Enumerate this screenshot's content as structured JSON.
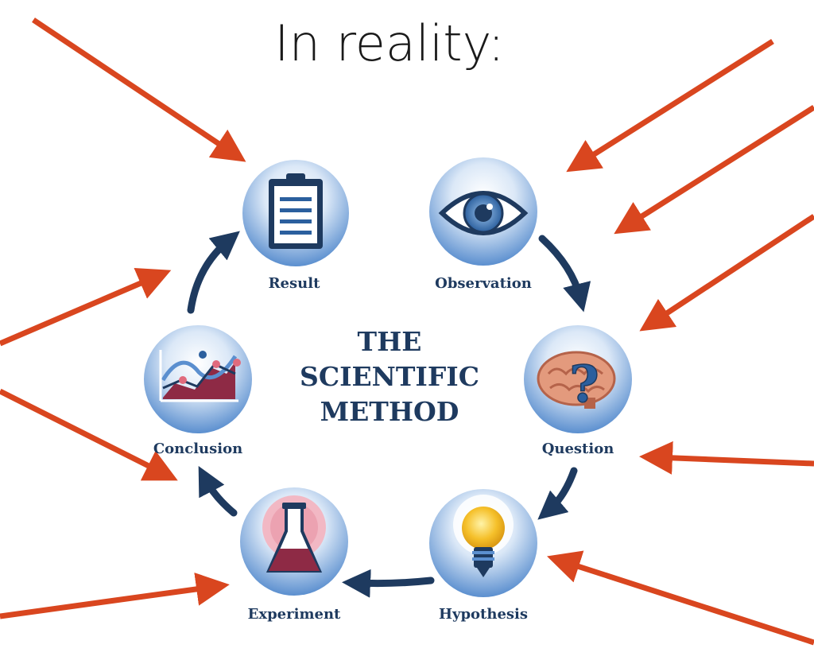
{
  "title": "In reality:",
  "center_title": [
    "THE",
    "SCIENTIFIC",
    "METHOD"
  ],
  "nodes": [
    {
      "label": "Result",
      "icon": "clipboard-icon"
    },
    {
      "label": "Observation",
      "icon": "eye-icon"
    },
    {
      "label": "Question",
      "icon": "brain-question-icon"
    },
    {
      "label": "Hypothesis",
      "icon": "lightbulb-icon"
    },
    {
      "label": "Experiment",
      "icon": "flask-icon"
    },
    {
      "label": "Conclusion",
      "icon": "chart-icon"
    }
  ],
  "colors": {
    "arrow_red": "#d9461f",
    "cycle_arrow": "#1e3a5f",
    "circle_light": "#e6f0fb",
    "circle_dark": "#5b8fcf",
    "accent_maroon": "#8e2a45"
  }
}
